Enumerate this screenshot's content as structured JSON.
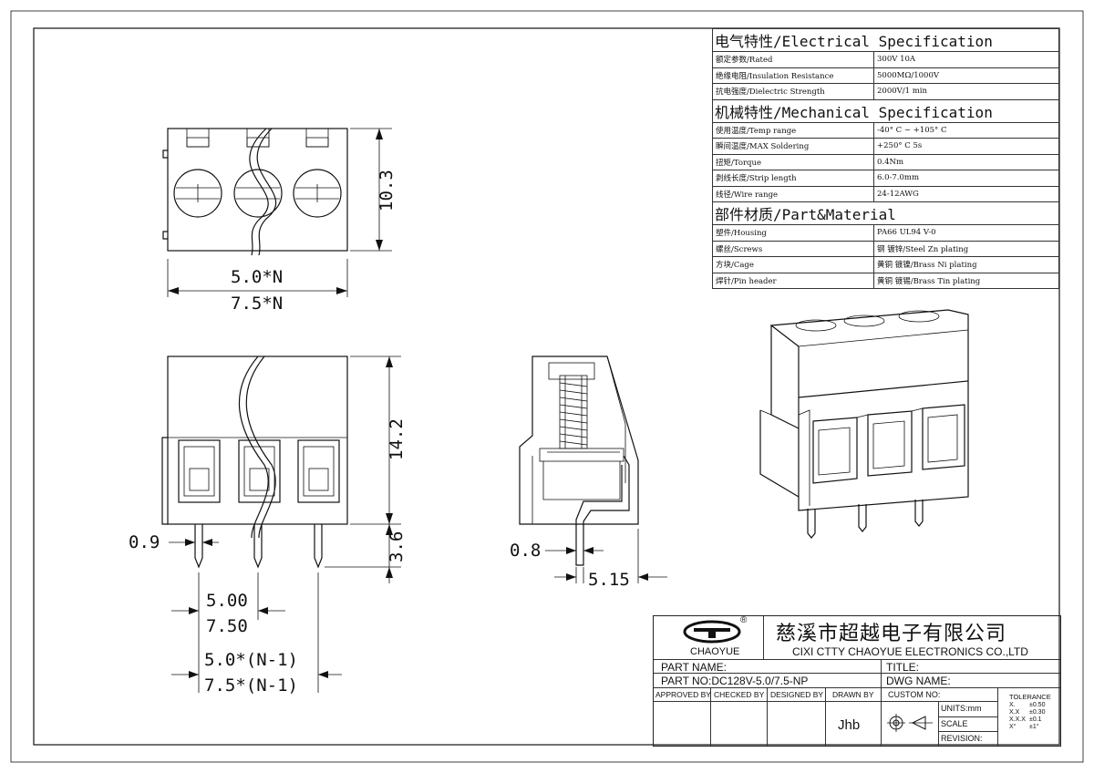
{
  "dimensions": {
    "top_height": "10.3",
    "pitch_small": "5.0*N",
    "pitch_large": "7.5*N",
    "front_height": "14.2",
    "pin_length": "3.6",
    "pin_width": "0.9",
    "pin_pitch_small": "5.00",
    "pin_pitch_large": "7.50",
    "span_small": "5.0*(N-1)",
    "span_large": "7.5*(N-1)",
    "side_pin": "0.8",
    "side_offset": "5.15"
  },
  "spec": {
    "electrical_header": "电气特性/Electrical Specification",
    "electrical": [
      {
        "label": "额定参数/Rated",
        "value": "300V  10A"
      },
      {
        "label": "绝缘电阻/Insulation Resistance",
        "value": "5000MΩ/1000V"
      },
      {
        "label": "抗电强度/Dielectric Strength",
        "value": "2000V/1 min"
      }
    ],
    "mechanical_header": "机械特性/Mechanical Specification",
    "mechanical": [
      {
        "label": "使用温度/Temp range",
        "value": "-40° C ~ +105° C"
      },
      {
        "label": "瞬间温度/MAX Soldering",
        "value": "+250° C    5s"
      },
      {
        "label": "扭矩/Torque",
        "value": "0.4Nm"
      },
      {
        "label": "剥线长度/Strip length",
        "value": "6.0-7.0mm"
      },
      {
        "label": "线径/Wire range",
        "value": "24-12AWG"
      }
    ],
    "material_header": "部件材质/Part&Material",
    "material": [
      {
        "label": "塑件/Housing",
        "value": "PA66 UL94 V-0"
      },
      {
        "label": "螺丝/Screws",
        "value": "钢 镀锌/Steel Zn plating"
      },
      {
        "label": "方块/Cage",
        "value": "黄铜 镀镍/Brass Ni plating"
      },
      {
        "label": "焊针/Pin header",
        "value": "黄铜 镀锡/Brass Tin plating"
      }
    ]
  },
  "title_block": {
    "logo_text": "CHAOYUE",
    "logo_mark": "®",
    "company_cn": "慈溪市超越电子有限公司",
    "company_en": "CIXI CTTY CHAOYUE ELECTRONICS CO.,LTD",
    "part_name": "PART NAME:",
    "title": "TITLE:",
    "part_no": "PART NO:DC128V-5.0/7.5-NP",
    "dwg_name": "DWG NAME:",
    "approved_by": "APPROVED BY",
    "checked_by": "CHECKED BY",
    "designed_by": "DESIGNED BY",
    "drawn_by": "DRAWN BY",
    "drawn_by_value": "Jhb",
    "custom_no": "CUSTOM NO:",
    "units": "UNITS:mm",
    "scale": "SCALE",
    "revision": "REVISION:",
    "tolerance_header": "TOLERANCE",
    "tolerance": [
      {
        "key": "X.",
        "val": "±0.50"
      },
      {
        "key": "X.X",
        "val": "±0.30"
      },
      {
        "key": "X.X.X",
        "val": "±0.1"
      },
      {
        "key": "X°",
        "val": "±1°"
      }
    ]
  }
}
